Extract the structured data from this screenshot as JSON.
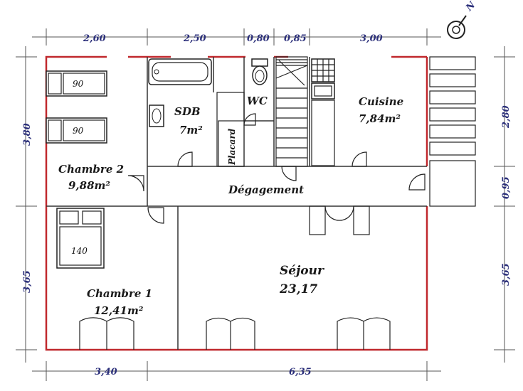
{
  "dimensions": {
    "top": [
      "2,60",
      "2,50",
      "0,80",
      "0,85",
      "3,00"
    ],
    "bottom": [
      "3,40",
      "6,35"
    ],
    "left": [
      "3,80",
      "3,65"
    ],
    "right": [
      "2,80",
      "0,95",
      "3,65"
    ]
  },
  "compass": {
    "letter": "N"
  },
  "rooms": {
    "chambre2": {
      "name": "Chambre 2",
      "area": "9,88m²"
    },
    "chambre1": {
      "name": "Chambre 1",
      "area": "12,41m²"
    },
    "sdb": {
      "name": "SDB",
      "area": "7m²"
    },
    "wc": {
      "name": "WC"
    },
    "placard": {
      "name": "Placard"
    },
    "cuisine": {
      "name": "Cuisine",
      "area": "7,84m²"
    },
    "degagement": {
      "name": "Dégagement"
    },
    "sejour": {
      "name": "Séjour",
      "area": "23,17"
    }
  },
  "beds": {
    "single1": "90",
    "single2": "90",
    "double": "140"
  },
  "colors": {
    "exterior_wall": "#c0282d",
    "dimension_text": "#2b2f7a",
    "wall": "#333333"
  }
}
